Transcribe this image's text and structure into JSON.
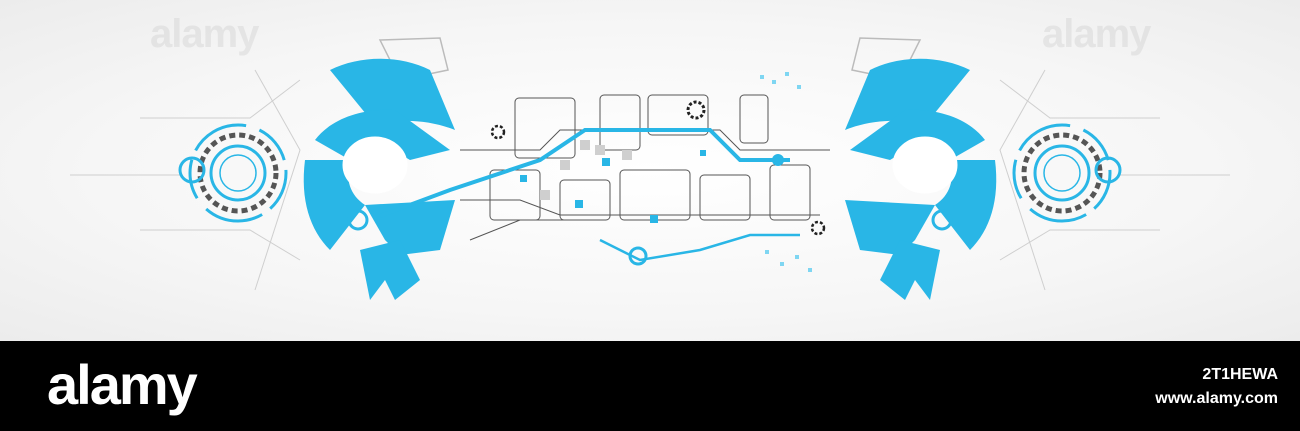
{
  "watermark": {
    "text": "alamy"
  },
  "colors": {
    "accent": "#29b6e6",
    "light_accent": "#7fd6f2",
    "dark": "#333333",
    "footer_bg": "#000000"
  },
  "footer": {
    "logo": "alamy",
    "image_id": "2T1HEWA",
    "url": "www.alamy.com"
  },
  "icons": [
    "gear-icon",
    "circuit-trace",
    "tech-dial"
  ]
}
